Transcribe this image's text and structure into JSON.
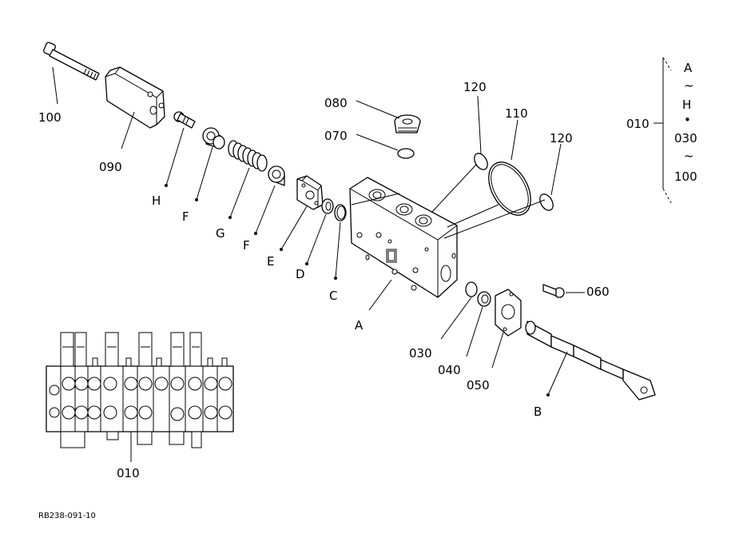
{
  "drawing_id": "RB238-091-10",
  "callouts": {
    "p100": "100",
    "p090": "090",
    "p080": "080",
    "p070": "070",
    "p120a": "120",
    "p110": "110",
    "p120b": "120",
    "p060": "060",
    "p030": "030",
    "p040": "040",
    "p050": "050",
    "p010": "010"
  },
  "letters": {
    "H": "H",
    "F1": "F",
    "G": "G",
    "F2": "F",
    "E": "E",
    "D": "D",
    "C": "C",
    "A": "A",
    "B": "B"
  },
  "legend": {
    "label": "010",
    "lines": [
      "A",
      "~",
      "H",
      "•",
      "030",
      "~",
      "100"
    ]
  }
}
